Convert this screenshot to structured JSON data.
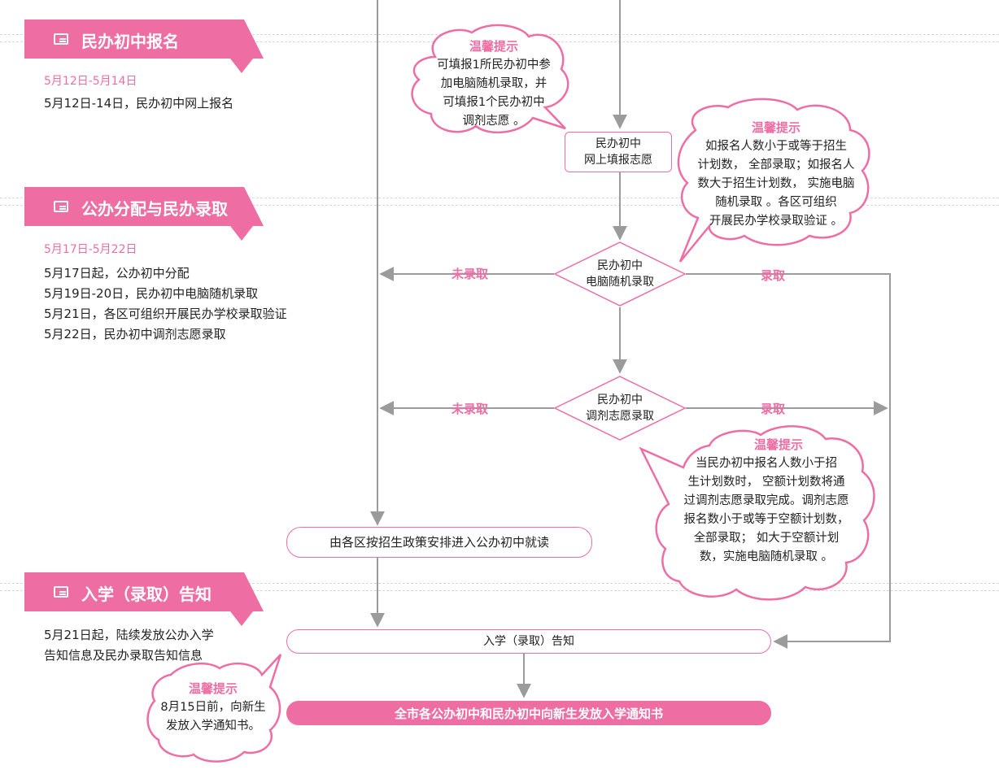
{
  "sections": [
    {
      "title": "民办初中报名",
      "date": "5月12日-5月14日",
      "lines": [
        "5月12日-14日，民办初中网上报名"
      ]
    },
    {
      "title": "公办分配与民办录取",
      "date": "5月17日-5月22日",
      "lines": [
        "5月17日起，公办初中分配",
        "5月19日-20日，民办初中电脑随机录取",
        "5月21日，各区可组织开展民办学校录取验证",
        "5月22日，民办初中调剂志愿录取"
      ]
    },
    {
      "title": "入学（录取）告知",
      "date": "",
      "lines": [
        "5月21日起，陆续发放公办入学",
        "告知信息及民办录取告知信息"
      ]
    }
  ],
  "flow": {
    "online_fill": [
      "民办初中",
      "网上填报志愿"
    ],
    "random_admission": [
      "民办初中",
      "电脑随机录取"
    ],
    "adjust_admission": [
      "民办初中",
      "调剂志愿录取"
    ],
    "public_assignment": "由各区按招生政策安排进入公办初中就读",
    "notice": "入学（录取）告知",
    "final": "全市各公办初中和民办初中向新生发放入学通知书",
    "not_admitted_label": "未录取",
    "admitted_label": "录取"
  },
  "tips": [
    {
      "title": "温馨提示",
      "lines": [
        "可填报1所民办初中参",
        "加电脑随机录取，并",
        "可填报1个民办初中",
        "调剂志愿 。"
      ]
    },
    {
      "title": "温馨提示",
      "lines": [
        "如报名人数小于或等于招生",
        "计划数， 全部录取；如报名人",
        "数大于招生计划数， 实施电脑",
        "随机录取 。各区可组织",
        "开展民办学校录取验证 。"
      ]
    },
    {
      "title": "温馨提示",
      "lines": [
        "当民办初中报名人数小于招",
        "生计划数时， 空额计划数将通",
        "过调剂志愿录取完成。调剂志愿",
        "报名数小于或等于空额计划数，",
        "全部录取； 如大于空额计划",
        "数，实施电脑随机录取 。"
      ]
    },
    {
      "title": "温馨提示",
      "lines": [
        "8月15日前，向新生",
        "发放入学通知书。"
      ]
    }
  ],
  "colors": {
    "accent": "#ee6ea4",
    "line": "#9b9b9b",
    "text": "#222222"
  }
}
